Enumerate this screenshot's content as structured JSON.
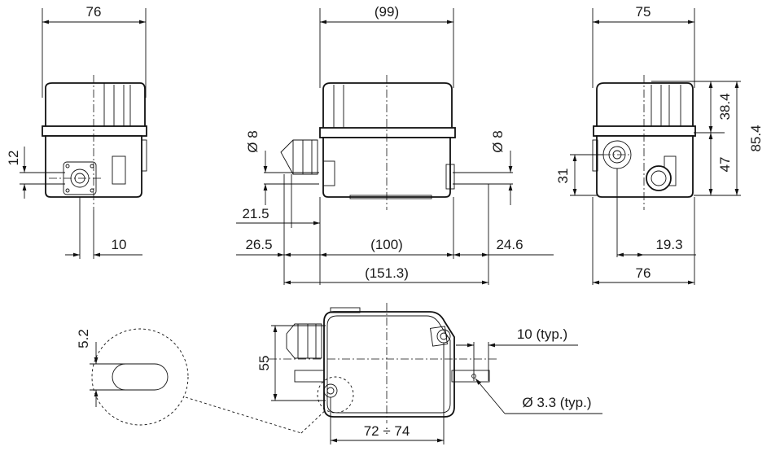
{
  "dimensions": {
    "front_width": "76",
    "front_hole_offset": "12",
    "front_bottom": "10",
    "side_top": "(99)",
    "side_dia_left": "Ø 8",
    "side_dia_right": "Ø 8",
    "side_215": "21.5",
    "side_265": "26.5",
    "side_100": "(100)",
    "side_246": "24.6",
    "side_total": "(151.3)",
    "right_width": "75",
    "right_384": "38.4",
    "right_854": "85.4",
    "right_47": "47",
    "right_31": "31",
    "right_193": "19.3",
    "right_bottom": "76",
    "detail_52": "5.2",
    "plan_55": "55",
    "plan_10typ": "10 (typ.)",
    "plan_dia33": "Ø 3.3 (typ.)",
    "plan_7274": "72 ÷ 74"
  }
}
